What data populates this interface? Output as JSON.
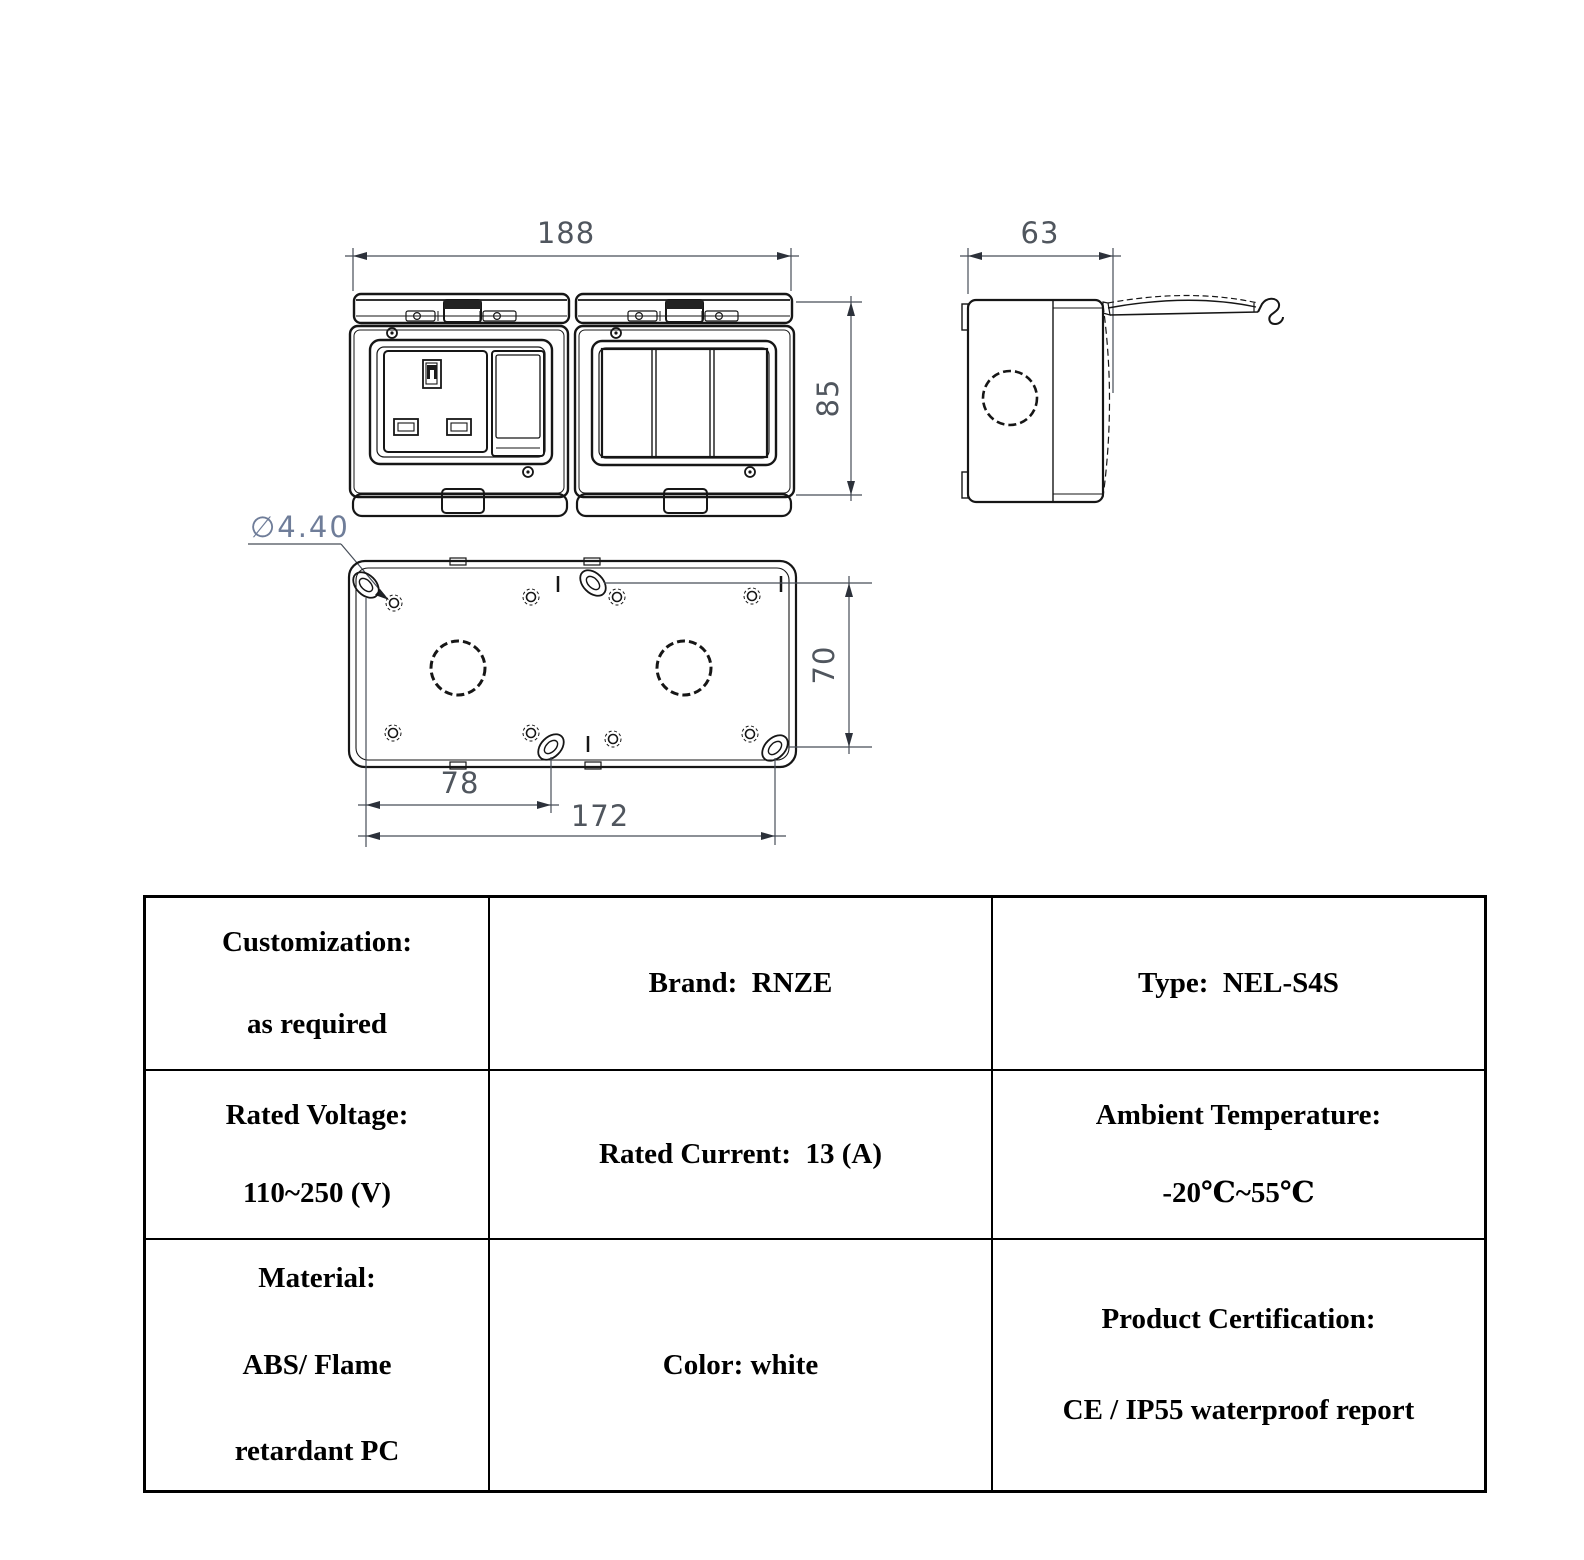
{
  "meta": {
    "background_color": "#ffffff",
    "line_color": "#161616",
    "dimension_text_color": "#50565e",
    "diameter_label_color": "#6f7d99",
    "table_border_color": "#000000"
  },
  "drawing": {
    "front_view": {
      "description": "front view of dual-gang waterproof enclosure: UK socket with switch (left gang), 3-gang switches (right gang)",
      "dim_width": "188",
      "dim_height": "85"
    },
    "side_view": {
      "description": "side profile with open hinged lid and cable knockout",
      "dim_depth": "63"
    },
    "back_view": {
      "description": "back mounting plate with screw holes and knockouts",
      "dim_hole_diameter": "∅4.40",
      "dim_vertical": "70",
      "dim_hole_spacing": "78",
      "dim_mount_span": "172"
    }
  },
  "spec_table": {
    "rows": [
      {
        "cells": [
          {
            "lines": [
              "Customization:",
              "as required"
            ]
          },
          {
            "lines": [
              "Brand:  RNZE"
            ]
          },
          {
            "lines": [
              "Type:  NEL-S4S"
            ]
          }
        ]
      },
      {
        "cells": [
          {
            "lines": [
              "Rated Voltage:",
              "110~250 (V)"
            ]
          },
          {
            "lines": [
              "Rated Current:  13 (A)"
            ]
          },
          {
            "lines": [
              "Ambient Temperature:",
              "-20℃~55℃"
            ]
          }
        ]
      },
      {
        "cells": [
          {
            "lines": [
              "Material:",
              "ABS/ Flame",
              "retardant PC"
            ]
          },
          {
            "lines": [
              "Color: white"
            ]
          },
          {
            "lines": [
              "Product Certification:",
              "CE / IP55 waterproof report"
            ]
          }
        ]
      }
    ]
  }
}
